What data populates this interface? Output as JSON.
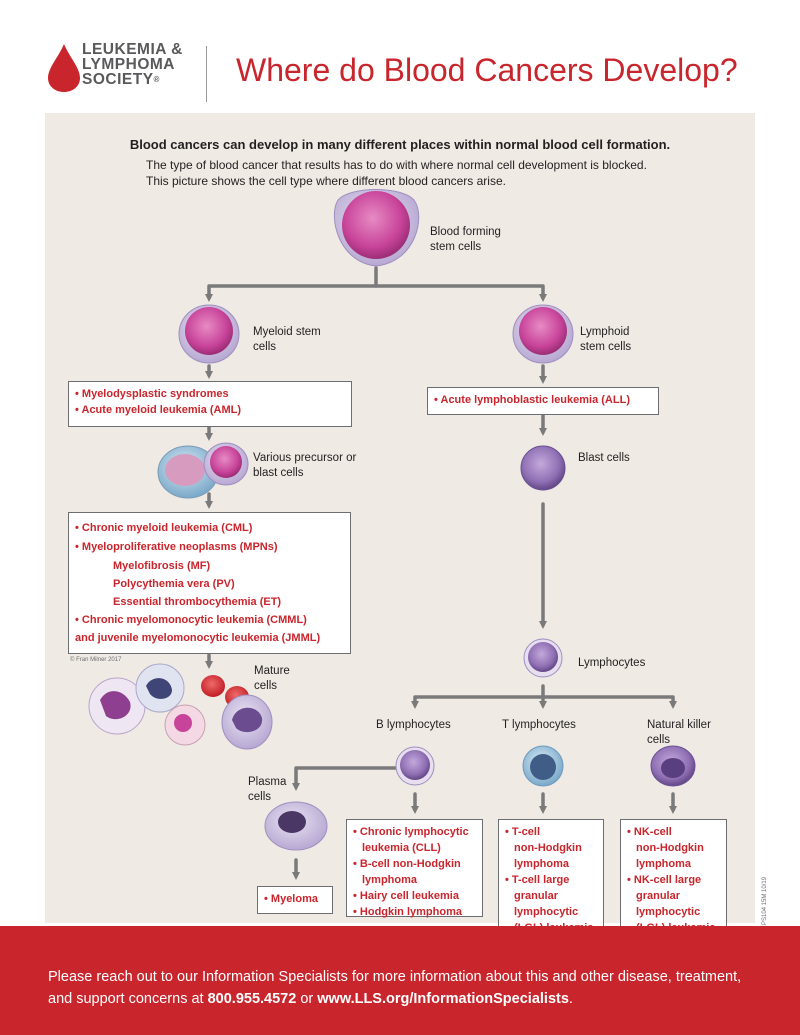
{
  "header": {
    "logo_line1": "LEUKEMIA &",
    "logo_line2": "LYMPHOMA",
    "logo_line3": "SOCIETY",
    "logo_mark": "®",
    "title": "Where do Blood Cancers Develop?"
  },
  "intro": {
    "headline": "Blood cancers can develop in many different places within normal blood cell formation.",
    "body": "The type of blood cancer that results has to do with where normal cell development is blocked. This picture shows the cell type where different blood cancers arise."
  },
  "cells": {
    "stem": "Blood forming stem cells",
    "myeloid": "Myeloid stem cells",
    "lymphoid": "Lymphoid stem cells",
    "precursor": "Various precursor or blast cells",
    "blast": "Blast cells",
    "mature": "Mature cells",
    "lymphocytes": "Lymphocytes",
    "b": "B lymphocytes",
    "t": "T lymphocytes",
    "nk": "Natural killer cells",
    "plasma": "Plasma cells"
  },
  "boxes": {
    "myeloid": [
      "• Myelodysplastic syndromes",
      "• Acute myeloid leukemia (AML)"
    ],
    "lymphoid": [
      "• Acute lymphoblastic leukemia (ALL)"
    ],
    "chronic": {
      "l1": "• Chronic myeloid leukemia (CML)",
      "l2": "• Myeloproliferative neoplasms (MPNs)",
      "l3": "Myelofibrosis (MF)",
      "l4": "Polycythemia vera (PV)",
      "l5": "Essential thrombocythemia (ET)",
      "l6": "• Chronic myelomonocytic leukemia (CMML)",
      "l7": "and juvenile myelomonocytic leukemia (JMML)"
    },
    "myeloma": "• Myeloma",
    "b": [
      "• Chronic lymphocytic",
      "leukemia (CLL)",
      "• B-cell non-Hodgkin",
      "lymphoma",
      "• Hairy cell leukemia",
      "• Hodgkin lymphoma"
    ],
    "t": [
      "• T-cell",
      "non-Hodgkin",
      "lymphoma",
      "• T-cell large",
      "granular",
      "lymphocytic",
      "(LGL) leukemia"
    ],
    "nk": [
      "• NK-cell",
      "non-Hodgkin",
      "lymphoma",
      "• NK-cell large",
      "granular",
      "lymphocytic",
      "(LGL) leukemia"
    ]
  },
  "credit": "© Fran Milner 2017",
  "side_code": "PS104 15M 10/19",
  "footer": {
    "text_a": "Please reach out to our Information Specialists for more information about this and other disease, treatment, and support concerns at ",
    "phone": "800.955.4572",
    "text_b": " or ",
    "url": "www.LLS.org/InformationSpecialists",
    "text_c": "."
  },
  "colors": {
    "brand_red": "#c9252c",
    "arrow_gray": "#7a7a7a",
    "panel": "#efeae4",
    "cell_pink": "#c8449a",
    "cell_purple": "#8f6fb3",
    "cell_blue": "#7aa8c9"
  }
}
